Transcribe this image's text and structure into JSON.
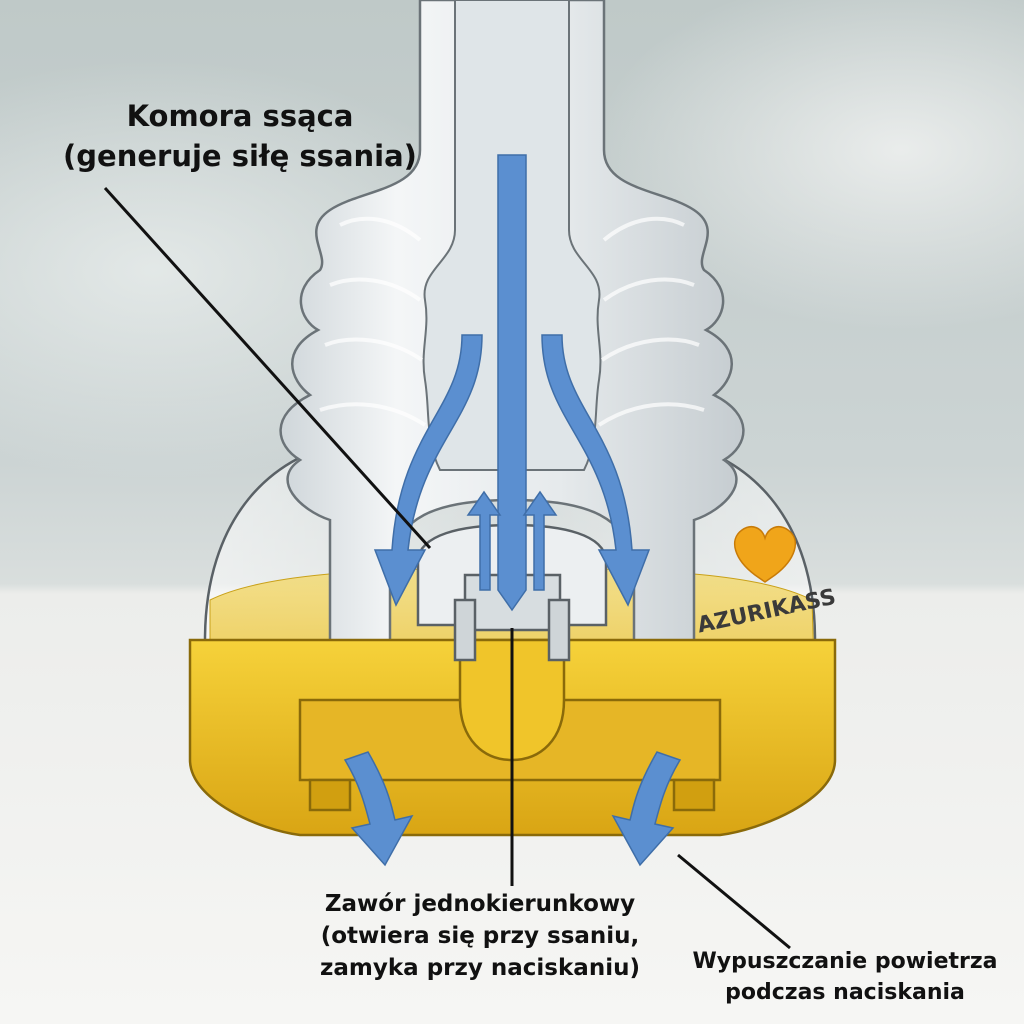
{
  "labels": {
    "chamber": {
      "line1": "Komora ssąca",
      "line2": "(generuje siłę ssania)"
    },
    "valve": {
      "line1": "Zawór jednokierunkowy",
      "line2": "(otwiera się przy ssaniu,",
      "line3": "zamyka przy naciskaniu)"
    },
    "release": {
      "line1": "Wypuszczanie powietrza",
      "line2": "podczas naciskania"
    }
  },
  "brand": {
    "name": "AZURIKASS"
  },
  "colors": {
    "arrow": "#5b8fd0",
    "yellow": "#f0c020",
    "silicone": "#e8ecef",
    "background": "#c9d2d3"
  }
}
